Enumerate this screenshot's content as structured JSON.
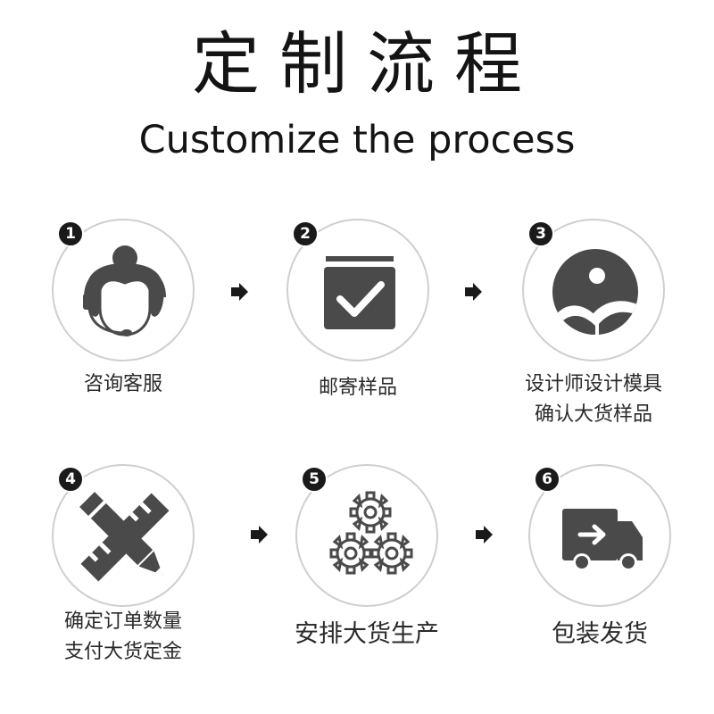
{
  "header": {
    "title_cn": "定制流程",
    "title_en": "Customize the process"
  },
  "steps": [
    {
      "number": "1",
      "icon": "customer-service-icon",
      "lines": [
        "咨询客服"
      ]
    },
    {
      "number": "2",
      "icon": "check-sample-icon",
      "lines": [
        "邮寄样品"
      ]
    },
    {
      "number": "3",
      "icon": "design-image-icon",
      "lines": [
        "设计师设计模具",
        "确认大货样品"
      ]
    },
    {
      "number": "4",
      "icon": "pencil-ruler-icon",
      "lines": [
        "确定订单数量",
        "支付大货定金"
      ]
    },
    {
      "number": "5",
      "icon": "gears-icon",
      "lines": [
        "安排大货生产"
      ]
    },
    {
      "number": "6",
      "icon": "delivery-truck-icon",
      "lines": [
        "包装发货"
      ]
    }
  ],
  "colors": {
    "icon_fill": "#4a4a4a",
    "circle_border": "#cfcfcf",
    "badge": "#1a1a1a"
  }
}
